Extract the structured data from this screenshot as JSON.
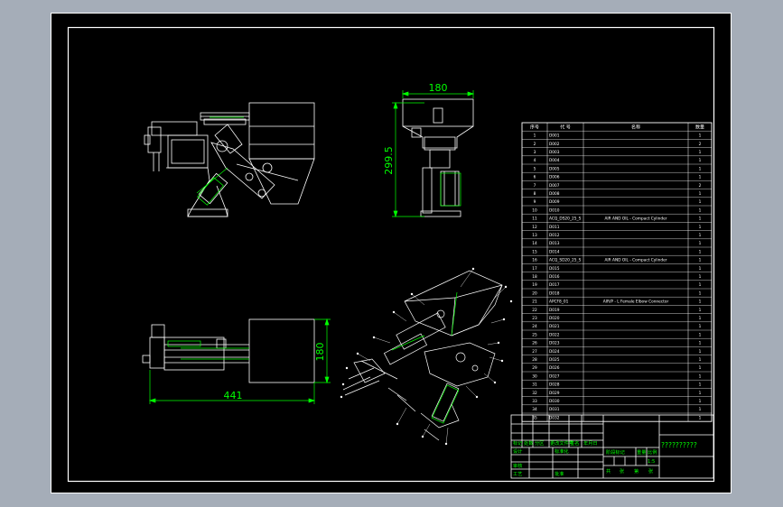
{
  "dimensions": {
    "side_width": "441",
    "side_height": "180",
    "front_width": "180",
    "front_height": "299.5"
  },
  "bom": {
    "headers": [
      "序号",
      "代 号",
      "名称",
      "数量"
    ],
    "rows": [
      {
        "no": "1",
        "code": "D001",
        "name": "",
        "qty": "1"
      },
      {
        "no": "2",
        "code": "D002",
        "name": "",
        "qty": "2"
      },
      {
        "no": "3",
        "code": "D003",
        "name": "",
        "qty": "1"
      },
      {
        "no": "4",
        "code": "D004",
        "name": "",
        "qty": "1"
      },
      {
        "no": "5",
        "code": "D005",
        "name": "",
        "qty": "1"
      },
      {
        "no": "6",
        "code": "D006",
        "name": "",
        "qty": "1"
      },
      {
        "no": "7",
        "code": "D007",
        "name": "",
        "qty": "2"
      },
      {
        "no": "8",
        "code": "D008",
        "name": "",
        "qty": "1"
      },
      {
        "no": "9",
        "code": "D009",
        "name": "",
        "qty": "1"
      },
      {
        "no": "10",
        "code": "D010",
        "name": "",
        "qty": "1"
      },
      {
        "no": "11",
        "code": "ACQ_DS20_25_S",
        "name": "AIR AND OIL - Compact Cylinder",
        "qty": "1"
      },
      {
        "no": "12",
        "code": "D011",
        "name": "",
        "qty": "1"
      },
      {
        "no": "13",
        "code": "D012",
        "name": "",
        "qty": "1"
      },
      {
        "no": "14",
        "code": "D013",
        "name": "",
        "qty": "1"
      },
      {
        "no": "15",
        "code": "D014",
        "name": "",
        "qty": "1"
      },
      {
        "no": "16",
        "code": "ACQ_SD20_25_S",
        "name": "AIR AND OIL - Compact Cylinder",
        "qty": "1"
      },
      {
        "no": "17",
        "code": "D015",
        "name": "",
        "qty": "1"
      },
      {
        "no": "18",
        "code": "D016",
        "name": "",
        "qty": "1"
      },
      {
        "no": "19",
        "code": "D017",
        "name": "",
        "qty": "1"
      },
      {
        "no": "20",
        "code": "D018",
        "name": "",
        "qty": "1"
      },
      {
        "no": "21",
        "code": "APCF8_01",
        "name": "AIR/P - L Female Elbow Connector",
        "qty": "1"
      },
      {
        "no": "22",
        "code": "D019",
        "name": "",
        "qty": "1"
      },
      {
        "no": "23",
        "code": "D020",
        "name": "",
        "qty": "1"
      },
      {
        "no": "24",
        "code": "D021",
        "name": "",
        "qty": "1"
      },
      {
        "no": "25",
        "code": "D022",
        "name": "",
        "qty": "1"
      },
      {
        "no": "26",
        "code": "D023",
        "name": "",
        "qty": "1"
      },
      {
        "no": "27",
        "code": "D024",
        "name": "",
        "qty": "1"
      },
      {
        "no": "28",
        "code": "D025",
        "name": "",
        "qty": "1"
      },
      {
        "no": "29",
        "code": "D026",
        "name": "",
        "qty": "1"
      },
      {
        "no": "30",
        "code": "D027",
        "name": "",
        "qty": "1"
      },
      {
        "no": "31",
        "code": "D028",
        "name": "",
        "qty": "1"
      },
      {
        "no": "32",
        "code": "D029",
        "name": "",
        "qty": "1"
      },
      {
        "no": "33",
        "code": "D030",
        "name": "",
        "qty": "1"
      },
      {
        "no": "34",
        "code": "D031",
        "name": "",
        "qty": "1"
      },
      {
        "no": "35",
        "code": "D032",
        "name": "",
        "qty": "1"
      }
    ]
  },
  "title_block": {
    "drawing_title": "??????????",
    "labels": {
      "mark": "标记",
      "count": "处数",
      "zone": "分区",
      "change_doc": "更改文件号",
      "signature": "签名",
      "date": "年月日",
      "design": "设计",
      "standardize": "标准化",
      "review": "审核",
      "process": "工艺",
      "approve": "批准",
      "stage_mark": "阶段标记",
      "weight": "重量",
      "scale": "比例",
      "scale_value": "1:5",
      "sheets_total": "共",
      "sheet_word": "张",
      "sheet_no": "第"
    }
  },
  "colors": {
    "drawing_bg": "#000000",
    "outer_bg": "#a5adb8",
    "line_white": "#ffffff",
    "line_green": "#00ff00",
    "text_green": "#00ff00"
  }
}
